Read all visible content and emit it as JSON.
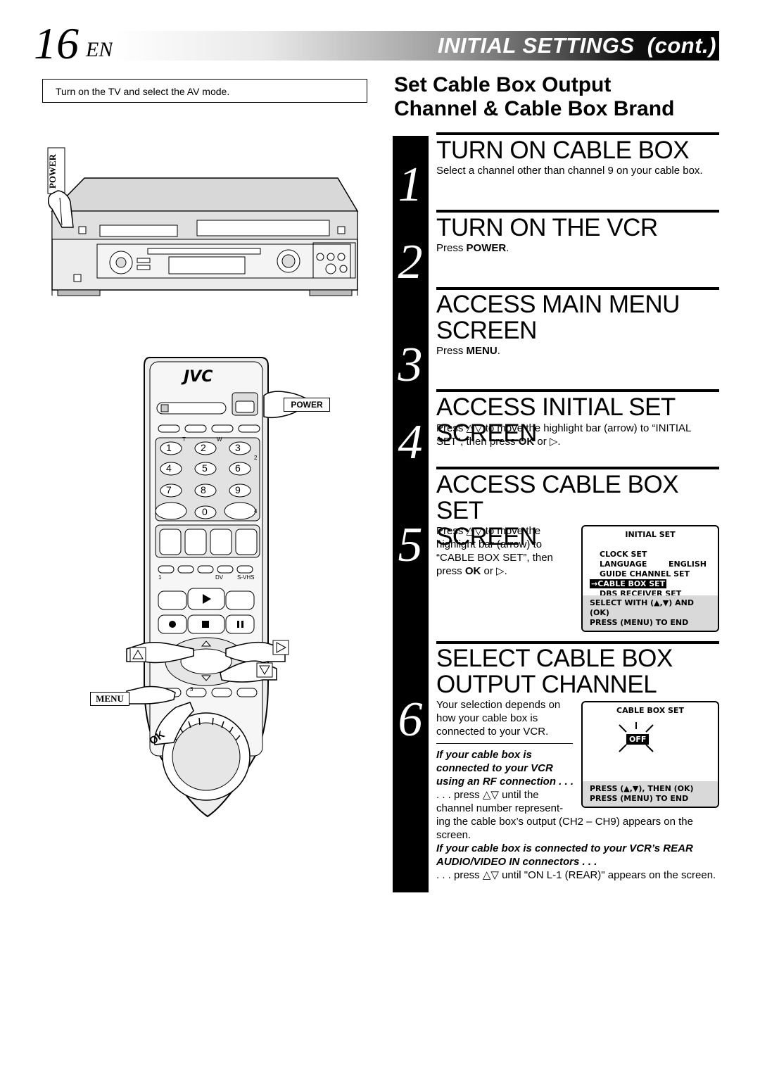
{
  "header": {
    "page_number": "16",
    "language": "EN",
    "section_title": "INITIAL SETTINGS",
    "section_suffix": "cont."
  },
  "intro": "Turn on the TV and select the AV mode.",
  "section_title": {
    "line1": "Set Cable Box Output",
    "line2": "Channel & Cable Box Brand"
  },
  "illustration": {
    "vcr_power_label": "POWER",
    "remote_brand": "JVC",
    "remote_power_callout": "POWER",
    "remote_menu_callout": "MENU",
    "remote_ok_label": "OK",
    "keypad": [
      "1",
      "2",
      "3",
      "4",
      "5",
      "6",
      "7",
      "8",
      "9",
      "0"
    ],
    "keypad_side_labels": [
      "T",
      "W",
      "2",
      "4",
      "1",
      "DV",
      "S-VHS",
      "3"
    ]
  },
  "steps": [
    {
      "number": "1",
      "title": "TURN ON CABLE BOX",
      "body": "Select a channel other than channel 9 on your cable box."
    },
    {
      "number": "2",
      "title": "TURN ON THE VCR",
      "body_prefix": "Press ",
      "body_key": "POWER",
      "body_suffix": "."
    },
    {
      "number": "3",
      "title_line1": "ACCESS MAIN MENU",
      "title_line2": "SCREEN",
      "body_prefix": "Press ",
      "body_key": "MENU",
      "body_suffix": "."
    },
    {
      "number": "4",
      "title": "ACCESS INITIAL SET SCREEN",
      "body_part1": "Press △▽ to move the highlight bar (arrow) to “INITIAL SET”, then press ",
      "body_key": "OK",
      "body_part2": " or ▷."
    },
    {
      "number": "5",
      "title_line1": "ACCESS CABLE BOX SET",
      "title_line2": "SCREEN",
      "body_part1": "Press △▽ to move the highlight bar (arrow) to “CABLE BOX SET”, then press ",
      "body_key": "OK",
      "body_part2": " or ▷.",
      "screen": {
        "title": "INITIAL SET",
        "items": [
          "CLOCK SET",
          "LANGUAGE",
          "GUIDE CHANNEL SET",
          "CABLE BOX SET",
          "DBS RECEIVER SET"
        ],
        "language_value": "ENGLISH",
        "selected_item": "CABLE BOX SET",
        "arrow": "→",
        "footer_line1": "SELECT WITH (▲,▼) AND (OK)",
        "footer_line2": "PRESS (MENU) TO END"
      }
    },
    {
      "number": "6",
      "title_line1": "SELECT CABLE BOX",
      "title_line2": "OUTPUT CHANNEL",
      "body": "Your selection depends on how your cable box is connected to your VCR.",
      "note1_title": "If your cable box is connected to your VCR using an RF connection . . .",
      "note1_body_a": ". . . press △▽ until the channel number represent-",
      "note1_body_b": "ing the cable box’s output (CH2 – CH9) appears on the screen.",
      "note2_title": "If your cable box is connected to your VCR’s REAR AUDIO/VIDEO IN connectors . . .",
      "note2_body": ". . . press △▽ until \"ON L-1 (REAR)\" appears on the screen.",
      "screen": {
        "title": "CABLE BOX SET",
        "value": "OFF",
        "footer_line1": "PRESS (▲,▼), THEN (OK)",
        "footer_line2": "PRESS (MENU) TO END"
      }
    }
  ]
}
